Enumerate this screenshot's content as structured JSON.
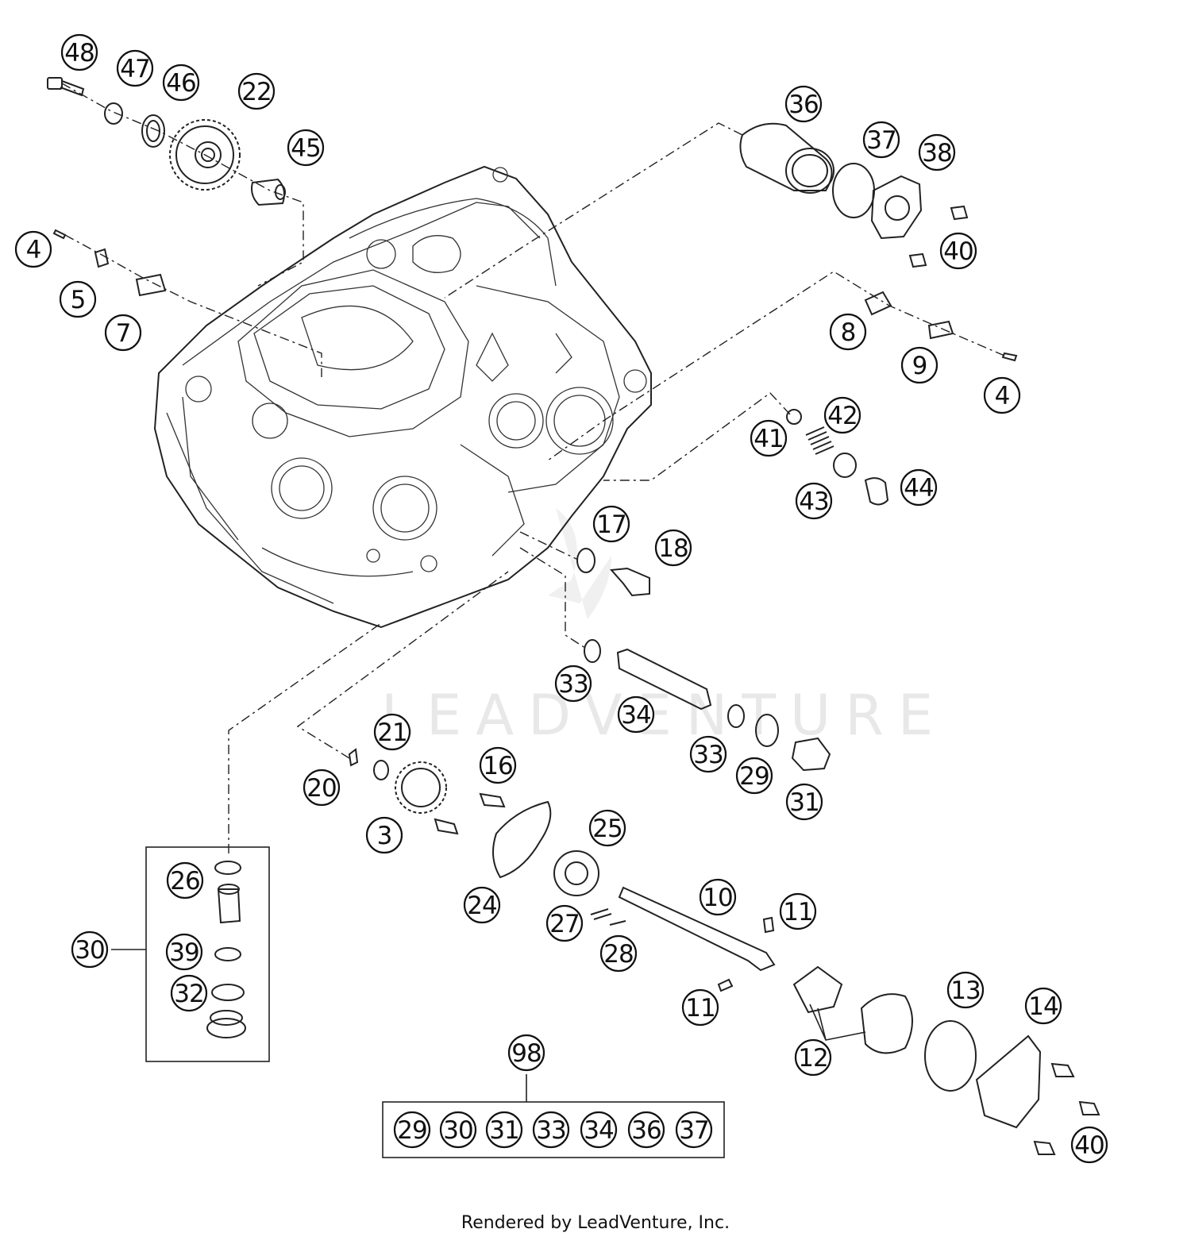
{
  "watermark": "LEADVENTURE",
  "footer_text": "Rendered by LeadVenture, Inc.",
  "callouts": [
    "48",
    "47",
    "46",
    "22",
    "45",
    "36",
    "37",
    "38",
    "40",
    "4",
    "5",
    "7",
    "8",
    "9",
    "4",
    "41",
    "42",
    "43",
    "44",
    "17",
    "18",
    "33",
    "34",
    "33",
    "29",
    "31",
    "21",
    "16",
    "20",
    "3",
    "25",
    "24",
    "26",
    "30",
    "39",
    "32",
    "10",
    "11",
    "27",
    "28",
    "11",
    "12",
    "13",
    "14",
    "40",
    "98"
  ],
  "kit_box": [
    "29",
    "30",
    "31",
    "33",
    "34",
    "36",
    "37"
  ]
}
